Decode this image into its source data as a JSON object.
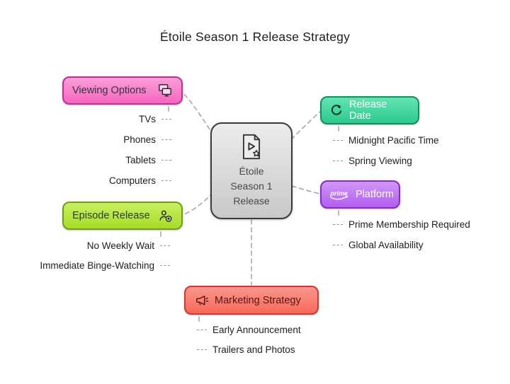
{
  "title": "Étoile Season 1 Release Strategy",
  "center": {
    "line1": "Étoile",
    "line2": "Season 1",
    "line3": "Release"
  },
  "branches": {
    "viewing": {
      "label": "Viewing Options",
      "items": [
        "TVs",
        "Phones",
        "Tablets",
        "Computers"
      ]
    },
    "release_date": {
      "label": "Release Date",
      "items": [
        "Midnight Pacific Time",
        "Spring Viewing"
      ]
    },
    "episode": {
      "label": "Episode Release",
      "items": [
        "No Weekly Wait",
        "Immediate Binge-Watching"
      ]
    },
    "platform": {
      "label": "Platform",
      "icon_text": "prime",
      "items": [
        "Prime Membership Required",
        "Global Availability"
      ]
    },
    "marketing": {
      "label": "Marketing Strategy",
      "items": [
        "Early Announcement",
        "Trailers and Photos"
      ]
    }
  },
  "colors": {
    "viewing_fill": "#f666bf",
    "viewing_border": "#bf2f90",
    "release_fill": "#2bcb8e",
    "release_border": "#0f8f63",
    "episode_fill": "#a6dc27",
    "episode_border": "#6ea011",
    "platform_fill": "#b25ef0",
    "platform_border": "#8a27cf",
    "marketing_fill": "#f7685a",
    "marketing_border": "#cd3a2c",
    "center_fill": "#d9d9d9",
    "center_border": "#3b3b3b",
    "connector": "#a8a8a8"
  }
}
